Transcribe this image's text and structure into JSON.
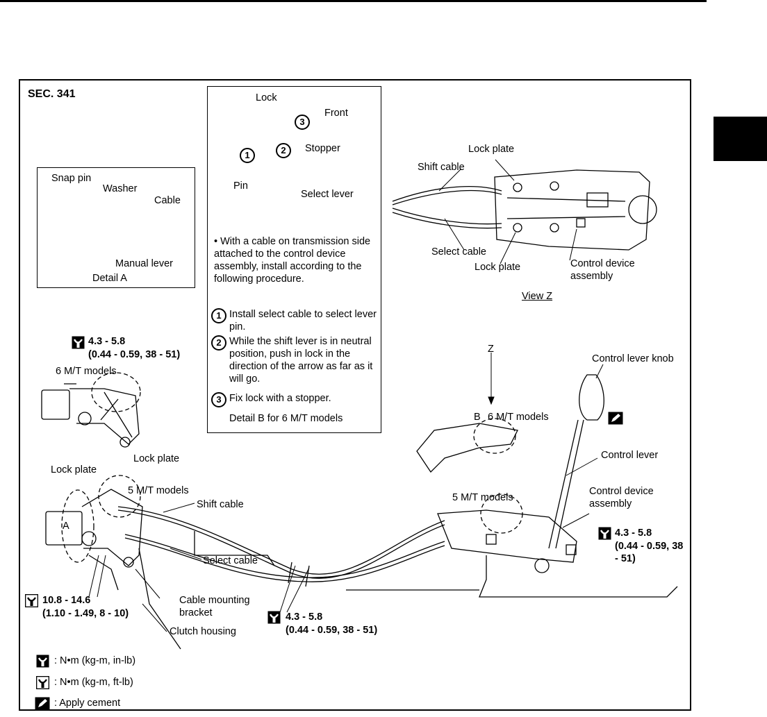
{
  "section": "SEC. 341",
  "detail_a": {
    "snap_pin": "Snap pin",
    "washer": "Washer",
    "cable": "Cable",
    "manual_lever": "Manual lever",
    "caption": "Detail A"
  },
  "detail_b": {
    "lock": "Lock",
    "front": "Front",
    "stopper": "Stopper",
    "pin": "Pin",
    "select_lever": "Select lever",
    "intro": "• With a cable on transmission side attached to the control device assembly, install according to the following procedure.",
    "steps": [
      {
        "num": "1",
        "text": "Install select cable to select lever pin."
      },
      {
        "num": "2",
        "text": "While the shift lever is in neutral position, push in lock in the direction of the arrow as far as it will go."
      },
      {
        "num": "3",
        "text": "Fix lock with a stopper."
      }
    ],
    "caption": "Detail B for 6 M/T models"
  },
  "view_z": {
    "lock_plate_top": "Lock plate",
    "shift_cable": "Shift cable",
    "select_cable": "Select cable",
    "lock_plate_bottom": "Lock plate",
    "control_device": "Control device assembly",
    "caption": "View Z"
  },
  "left_upper": {
    "torque_value": "4.3 - 5.8",
    "torque_sub": "(0.44 - 0.59, 38 - 51)",
    "models": "6 M/T models"
  },
  "main": {
    "lock_plate_1": "Lock plate",
    "lock_plate_2": "Lock plate",
    "models_5mt_left": "5 M/T models",
    "label_a": "A",
    "shift_cable": "Shift cable",
    "select_cable": "Select cable",
    "cable_bracket": "Cable mounting bracket",
    "clutch_housing": "Clutch housing",
    "torque_left_value": "10.8 - 14.6",
    "torque_left_sub": "(1.10 - 1.49, 8 - 10)",
    "torque_mid_value": "4.3 - 5.8",
    "torque_mid_sub": "(0.44 - 0.59, 38 - 51)",
    "label_z": "Z",
    "label_b": "B",
    "models_6mt_right": "6 M/T models",
    "control_lever_knob": "Control lever knob",
    "control_lever": "Control lever",
    "control_device": "Control device assembly",
    "models_5mt_right": "5 M/T models",
    "torque_right_value": "4.3 - 5.8",
    "torque_right_sub": "(0.44 - 0.59, 38 - 51)"
  },
  "legend": [
    {
      "icon": "torque-wrench-icon",
      "text": ": N•m (kg-m, in-lb)"
    },
    {
      "icon": "torque-wrench-icon",
      "text": ": N•m (kg-m, ft-lb)"
    },
    {
      "icon": "apply-cement-icon",
      "text": ": Apply cement"
    }
  ]
}
